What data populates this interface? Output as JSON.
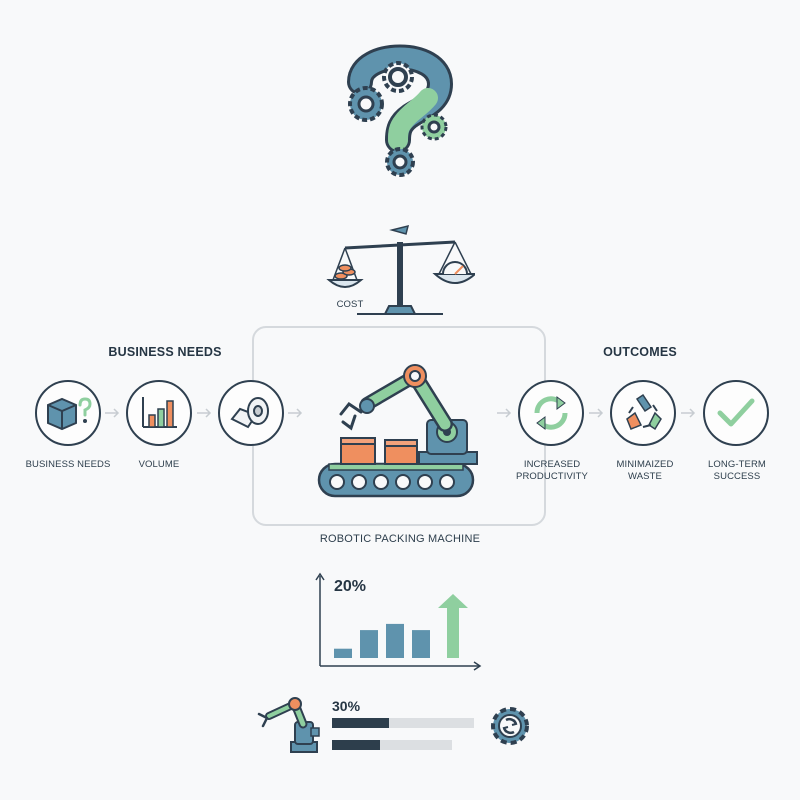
{
  "scale": {
    "label": "COST"
  },
  "left_header": "BUSINESS NEEDS",
  "right_header": "OUTCOMES",
  "inputs": [
    {
      "label": "BUSINESS NEEDS",
      "icon": "box-question-icon"
    },
    {
      "label": "VOLUME",
      "icon": "bar-chart-icon"
    },
    {
      "label": "",
      "icon": "packaging-roll-icon"
    }
  ],
  "machine_label": "ROBOTIC PACKING MACHINE",
  "outcomes": [
    {
      "label_line1": "INCREASED",
      "label_line2": "PRODUCTIVITY",
      "icon": "refresh-cycle-icon"
    },
    {
      "label_line1": "MINIMAIZED",
      "label_line2": "WASTE",
      "icon": "recycle-icon"
    },
    {
      "label_line1": "LONG-TERM SUCCESS",
      "label_line2": "",
      "icon": "check-icon"
    }
  ],
  "growth": {
    "percent_label": "20%",
    "bars": [
      0.15,
      0.45,
      0.55,
      0.45
    ],
    "arrow_level": 1.0
  },
  "efficiency": {
    "percent_label": "30%",
    "progress": [
      0.4,
      0.4
    ]
  },
  "colors": {
    "dark": "#2f4050",
    "teal": "#5f93ad",
    "green": "#8fcf9f",
    "orange": "#ef8f5f",
    "gray": "#c7ccd1"
  }
}
